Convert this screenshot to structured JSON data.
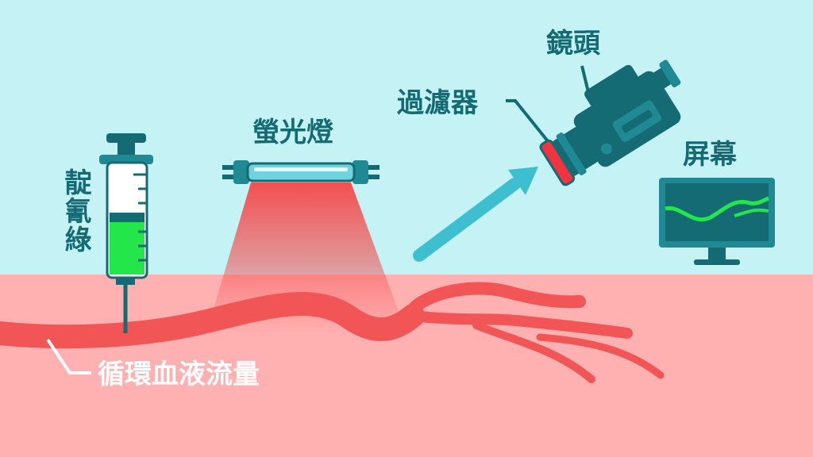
{
  "labels": {
    "drug": "靛氰綠",
    "lamp": "螢光燈",
    "filter": "過濾器",
    "lens": "鏡頭",
    "screen": "屏幕",
    "blood_flow": "循環血液流量"
  },
  "colors": {
    "sky": "#c4f2f5",
    "skin": "#ffb0b0",
    "vessel": "#f25555",
    "teal_dark": "#146b74",
    "teal_mid": "#1f8a93",
    "teal_light": "#6fd2dc",
    "glow": "#f44f50",
    "drug_green": "#22e64a",
    "arrow": "#3dbfd0",
    "filter_red": "#f3333f",
    "label_dark": "#146b74",
    "label_light": "#ffffff"
  },
  "icons": [
    "syringe-icon",
    "fluorescent-lamp-icon",
    "camera-icon",
    "monitor-icon",
    "arrow-icon"
  ]
}
